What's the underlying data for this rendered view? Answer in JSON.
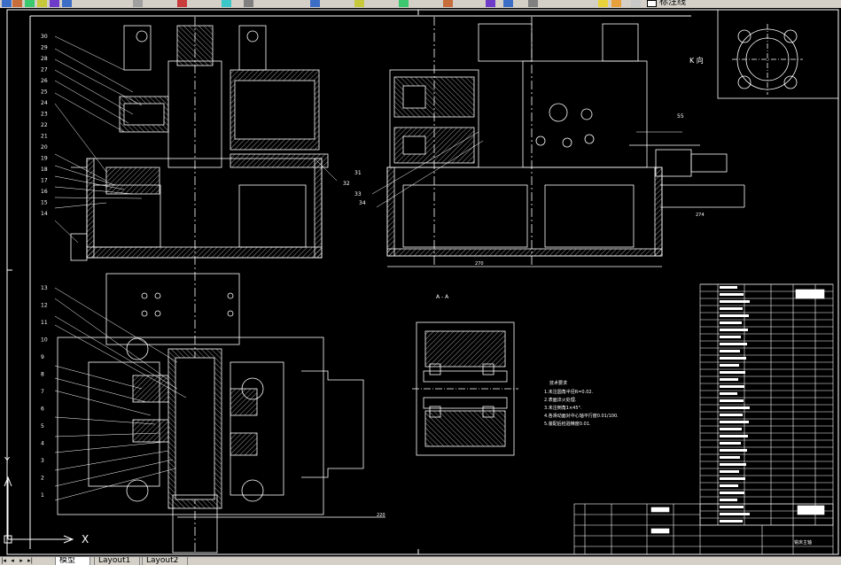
{
  "toolbar": {
    "layer_name": "标注线"
  },
  "drawing": {
    "view_label_k": "K 向",
    "section_label": "A - A",
    "dim_bottom_left": "220",
    "dim_bottom_mid": "270",
    "dim_right": "274",
    "ucs_x": "X",
    "ucs_y": "Y",
    "tech_req_title": "技术要求",
    "tech_req_lines": [
      "1.未注圆角半径R=0.02.",
      "2.表面淬火处理.",
      "3.未注倒角1×45°.",
      "4.各滑动面对中心轴平行度0.01/100.",
      "5.装配后检验精度0.01."
    ],
    "title_block_name": "铣床主轴",
    "balloons_left": [
      "30",
      "29",
      "28",
      "27",
      "26",
      "25",
      "24",
      "23",
      "22",
      "21",
      "20",
      "19",
      "18",
      "17",
      "16",
      "15",
      "14"
    ],
    "balloons_bottom_left": [
      "13",
      "12",
      "11",
      "10",
      "9",
      "8",
      "7",
      "6",
      "5",
      "4",
      "3",
      "2",
      "1"
    ],
    "balloons_mid": [
      "31",
      "32",
      "33",
      "34"
    ],
    "label_55": "55"
  },
  "tabs": [
    {
      "label": "模型"
    },
    {
      "label": "Layout1"
    },
    {
      "label": "Layout2"
    }
  ]
}
